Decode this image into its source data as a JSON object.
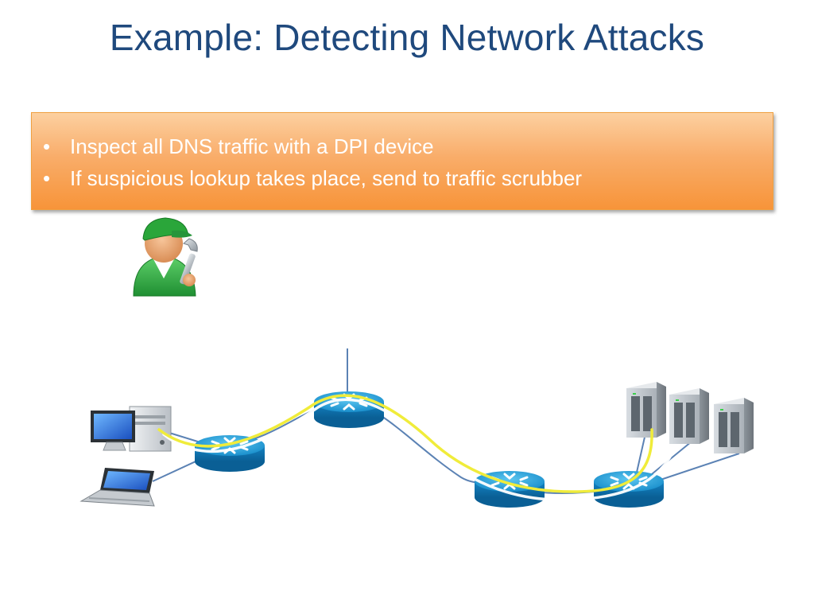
{
  "slide": {
    "title": "Example: Detecting Network Attacks"
  },
  "callout": {
    "bullet": "•",
    "items": [
      "Inspect all DNS traffic with a DPI device",
      "If suspicious lookup takes place, send to traffic scrubber"
    ]
  },
  "diagram": {
    "colors": {
      "router_top": "#1fa0d8",
      "router_side": "#0a6ea8",
      "link_blue": "#5b82b4",
      "path_yellow": "#f0ec3a",
      "path_white": "#ffffff",
      "callout_orange": "#f79439",
      "title_blue": "#1f497d"
    },
    "icons": [
      "admin-mechanic-icon",
      "desktop-computer-icon",
      "laptop-icon",
      "router-icon",
      "server-icon"
    ]
  }
}
